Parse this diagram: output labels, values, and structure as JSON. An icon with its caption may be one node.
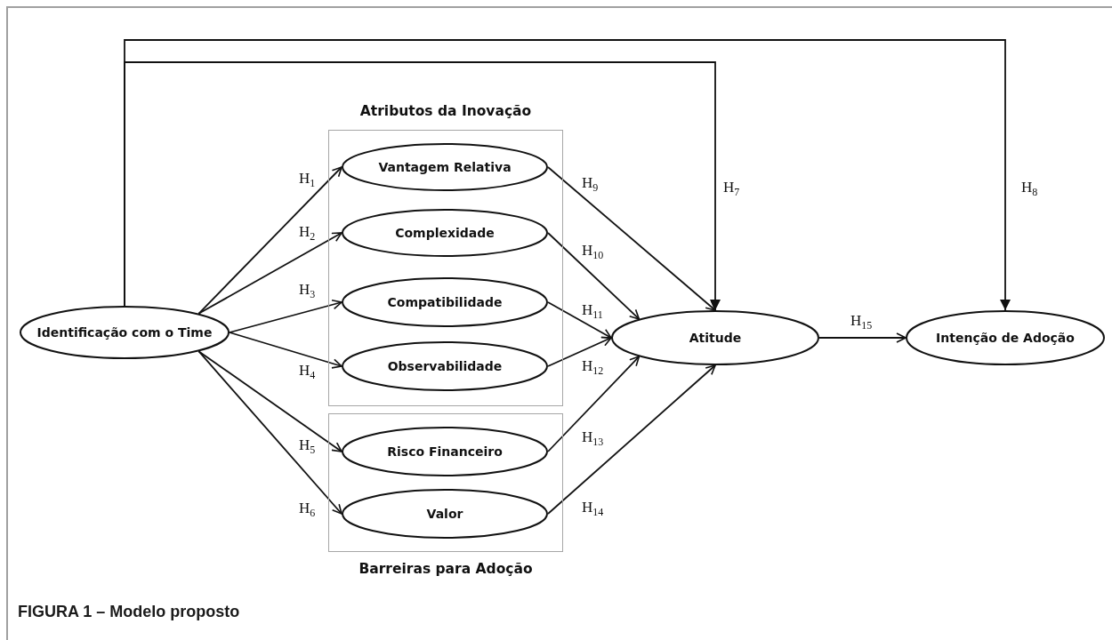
{
  "diagram": {
    "caption": "FIGURA 1 – Modelo proposto",
    "nodes": [
      {
        "text": [
          "Identificação com o Time"
        ]
      },
      {
        "text": [
          "Atributos da Inovação"
        ]
      },
      {
        "text": [
          "Vantagem Relativa"
        ],
        "in": 1
      },
      {
        "text": [
          "Complexidade"
        ],
        "in": 1
      },
      {
        "text": [
          "Compatibilidade"
        ],
        "in": 1
      },
      {
        "text": [
          "Observabilidade"
        ],
        "in": 1
      },
      {
        "text": [
          "Barreiras para Adoção"
        ]
      },
      {
        "text": [
          "Risco Financeiro"
        ],
        "in": 6
      },
      {
        "text": [
          "Valor"
        ],
        "in": 6
      },
      {
        "text": [
          "Atitude"
        ]
      },
      {
        "text": [
          "Intenção de Adoção"
        ]
      }
    ],
    "edges": [
      {
        "from": 0,
        "to": 2,
        "arrow": "to",
        "label": "H$_{1}$"
      },
      {
        "from": 0,
        "to": 3,
        "arrow": "to",
        "label": "H$_{2}$"
      },
      {
        "from": 0,
        "to": 4,
        "arrow": "to",
        "label": "H$_{3}$"
      },
      {
        "from": 0,
        "to": 5,
        "arrow": "to",
        "label": "H$_{4}$"
      },
      {
        "from": 0,
        "to": 7,
        "arrow": "to",
        "label": "H$_{5}$"
      },
      {
        "from": 0,
        "to": 8,
        "arrow": "to",
        "label": "H$_{6}$"
      },
      {
        "from": 0,
        "to": 9,
        "arrow": "to",
        "label": "H$_{7}$"
      },
      {
        "from": 0,
        "to": 10,
        "arrow": "to",
        "label": "H$_{8}$"
      },
      {
        "from": 2,
        "to": 9,
        "arrow": "to",
        "label": "H$_{9}$"
      },
      {
        "from": 3,
        "to": 9,
        "arrow": "to",
        "label": "H$_{10}$"
      },
      {
        "from": 4,
        "to": 9,
        "arrow": "to",
        "label": "H$_{11}$"
      },
      {
        "from": 5,
        "to": 9,
        "arrow": "to",
        "label": "H$_{12}$"
      },
      {
        "from": 7,
        "to": 9,
        "arrow": "to",
        "label": "H$_{13}$"
      },
      {
        "from": 8,
        "to": 9,
        "arrow": "to",
        "label": "H$_{14}$"
      },
      {
        "from": 9,
        "to": 10,
        "arrow": "to",
        "label": "H$_{15}$"
      }
    ]
  }
}
